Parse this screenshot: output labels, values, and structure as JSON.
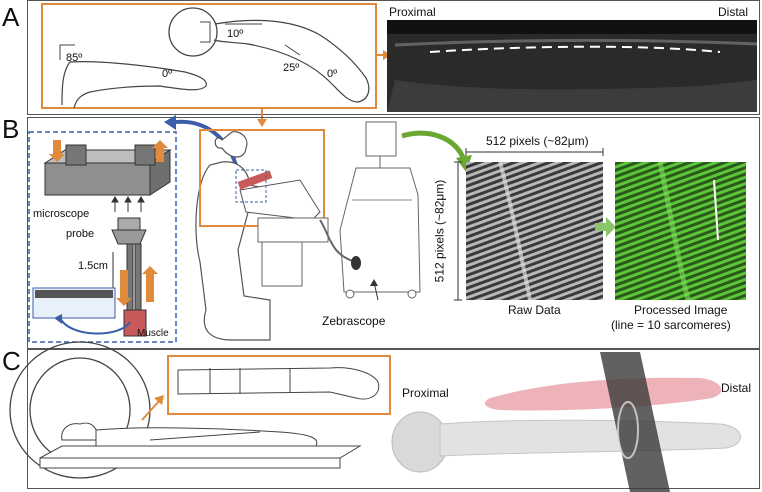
{
  "panels": {
    "a": {
      "letter": "A",
      "angles": [
        "85º",
        "0º",
        "10º",
        "25º",
        "0º"
      ],
      "ultrasound_left": "Proximal",
      "ultrasound_right": "Distal"
    },
    "b": {
      "letter": "B",
      "microscope": "microscope",
      "probe": "probe",
      "depth": "1.5cm",
      "muscle": "Muscle",
      "zebrascope": "Zebrascope",
      "scale_top": "512 pixels (~82μm)",
      "scale_side": "512 pixels (~82μm)",
      "raw_caption": "Raw Data",
      "processed_caption": "Processed Image",
      "processed_note": "(line = 10 sarcomeres)"
    },
    "c": {
      "letter": "C",
      "proximal": "Proximal",
      "distal": "Distal"
    }
  },
  "colors": {
    "orange": "#e08a3c",
    "blue_dash": "#3b5ea8",
    "green_arrow": "#6aa832",
    "muscle_pink": "#e8a0a8"
  }
}
